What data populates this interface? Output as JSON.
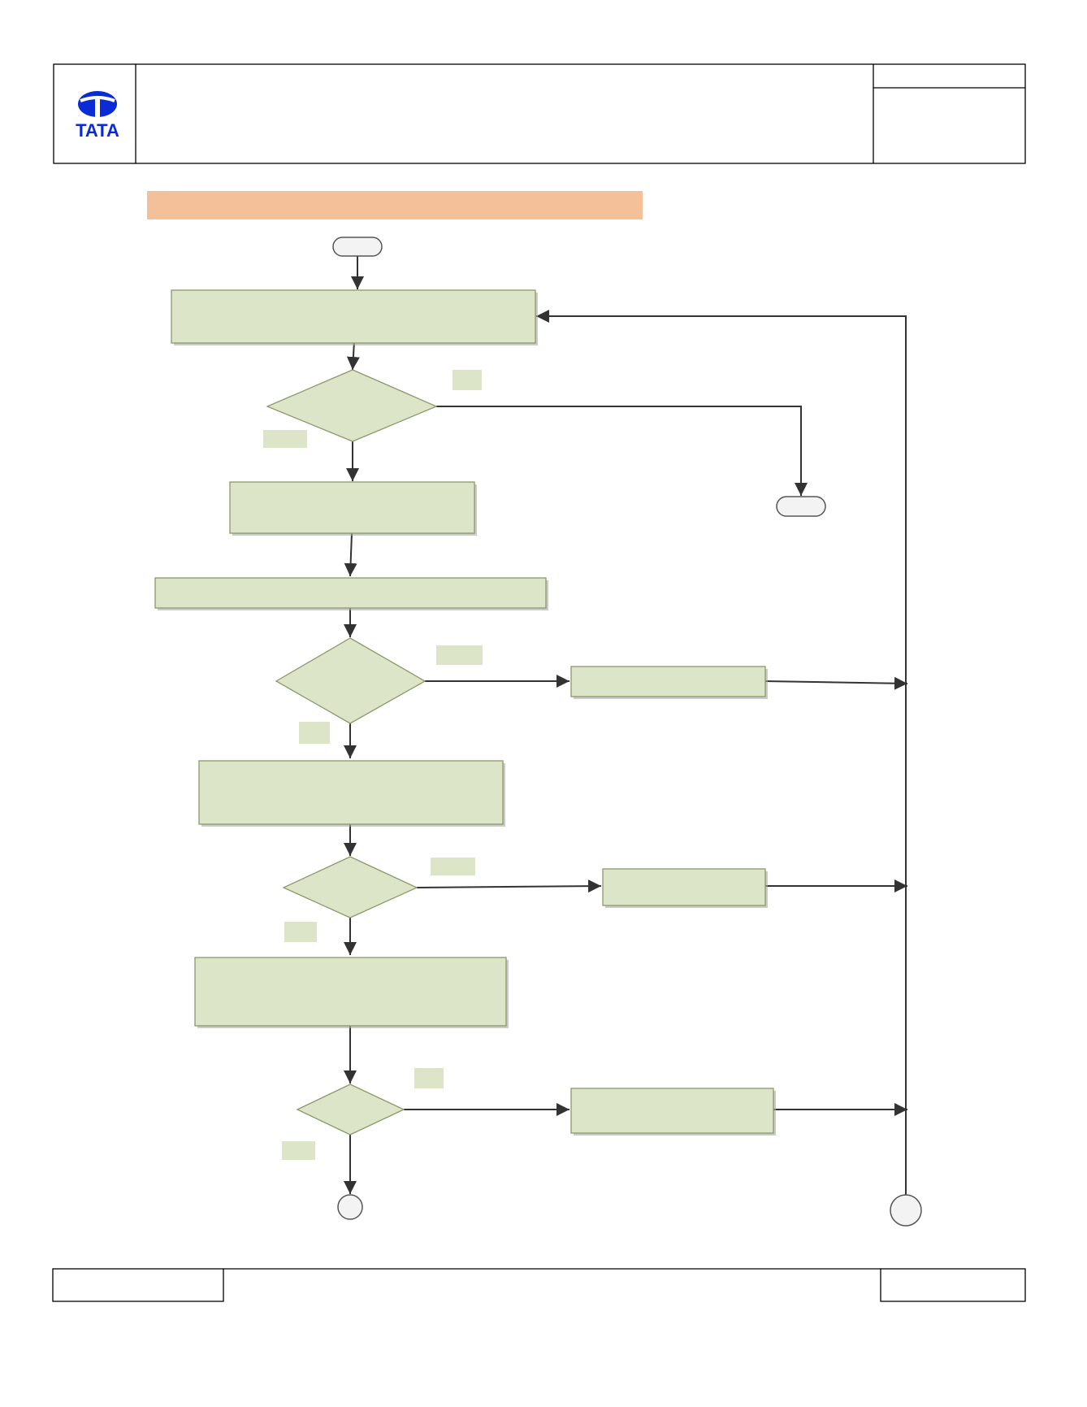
{
  "header": {
    "logo_text": "TATA",
    "logo_color": "#0a2bd6",
    "title": "",
    "doc_no": "",
    "doc_info": ""
  },
  "section_banner": {
    "text": "",
    "color": "#f4c09a"
  },
  "flowchart": {
    "fill_color": "#dde5c8",
    "stroke_color": "#8a9a6a",
    "line_color": "#333333",
    "terminals": [
      {
        "id": "start",
        "label": ""
      },
      {
        "id": "end",
        "label": ""
      }
    ],
    "processes": [
      {
        "id": "p1",
        "label": ""
      },
      {
        "id": "p2",
        "label": ""
      },
      {
        "id": "p3",
        "label": ""
      },
      {
        "id": "p4",
        "label": ""
      },
      {
        "id": "p5",
        "label": ""
      },
      {
        "id": "p6",
        "label": ""
      },
      {
        "id": "p7",
        "label": ""
      },
      {
        "id": "p8",
        "label": ""
      }
    ],
    "decisions": [
      {
        "id": "d1",
        "label": ""
      },
      {
        "id": "d2",
        "label": ""
      },
      {
        "id": "d3",
        "label": ""
      },
      {
        "id": "d4",
        "label": ""
      }
    ],
    "edge_labels": [
      {
        "id": "l1",
        "text": ""
      },
      {
        "id": "l2",
        "text": ""
      },
      {
        "id": "l3",
        "text": ""
      },
      {
        "id": "l4",
        "text": ""
      },
      {
        "id": "l5",
        "text": ""
      },
      {
        "id": "l6",
        "text": ""
      },
      {
        "id": "l7",
        "text": ""
      },
      {
        "id": "l8",
        "text": ""
      }
    ],
    "connectors": [
      {
        "id": "c1",
        "label": ""
      },
      {
        "id": "c2",
        "label": ""
      }
    ]
  },
  "footer": {
    "left": "",
    "center": "",
    "right": ""
  }
}
